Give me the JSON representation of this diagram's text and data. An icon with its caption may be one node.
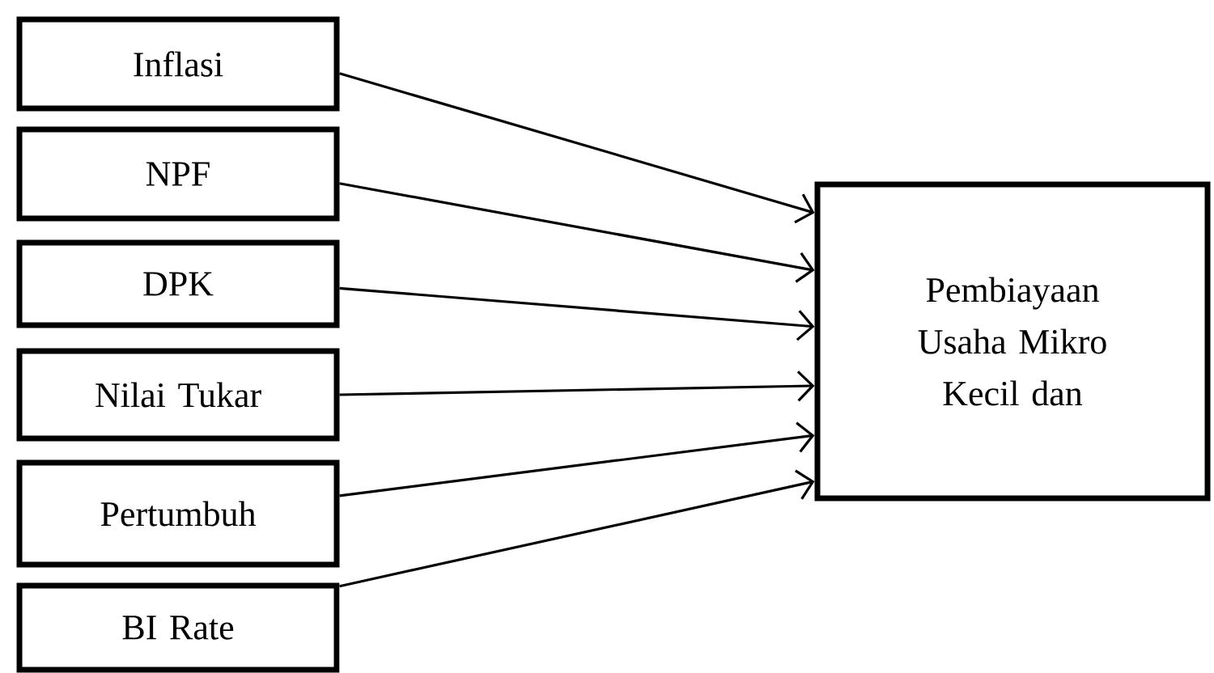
{
  "diagram": {
    "nodes": [
      {
        "text": [
          "Inflasi"
        ]
      },
      {
        "text": [
          "NPF"
        ]
      },
      {
        "text": [
          "DPK"
        ]
      },
      {
        "text": [
          "Nilai Tukar"
        ]
      },
      {
        "text": [
          "Pertumbuh"
        ]
      },
      {
        "text": [
          "BI Rate"
        ]
      },
      {
        "text": [
          "Pembiayaan Usaha Mikro Kecil dan"
        ]
      }
    ],
    "edges": [
      {
        "from": 0,
        "to": 6,
        "arrow": "to"
      },
      {
        "from": 1,
        "to": 6,
        "arrow": "to"
      },
      {
        "from": 2,
        "to": 6,
        "arrow": "to"
      },
      {
        "from": 3,
        "to": 6,
        "arrow": "to"
      },
      {
        "from": 4,
        "to": 6,
        "arrow": "to"
      },
      {
        "from": 5,
        "to": 6,
        "arrow": "to"
      }
    ]
  }
}
